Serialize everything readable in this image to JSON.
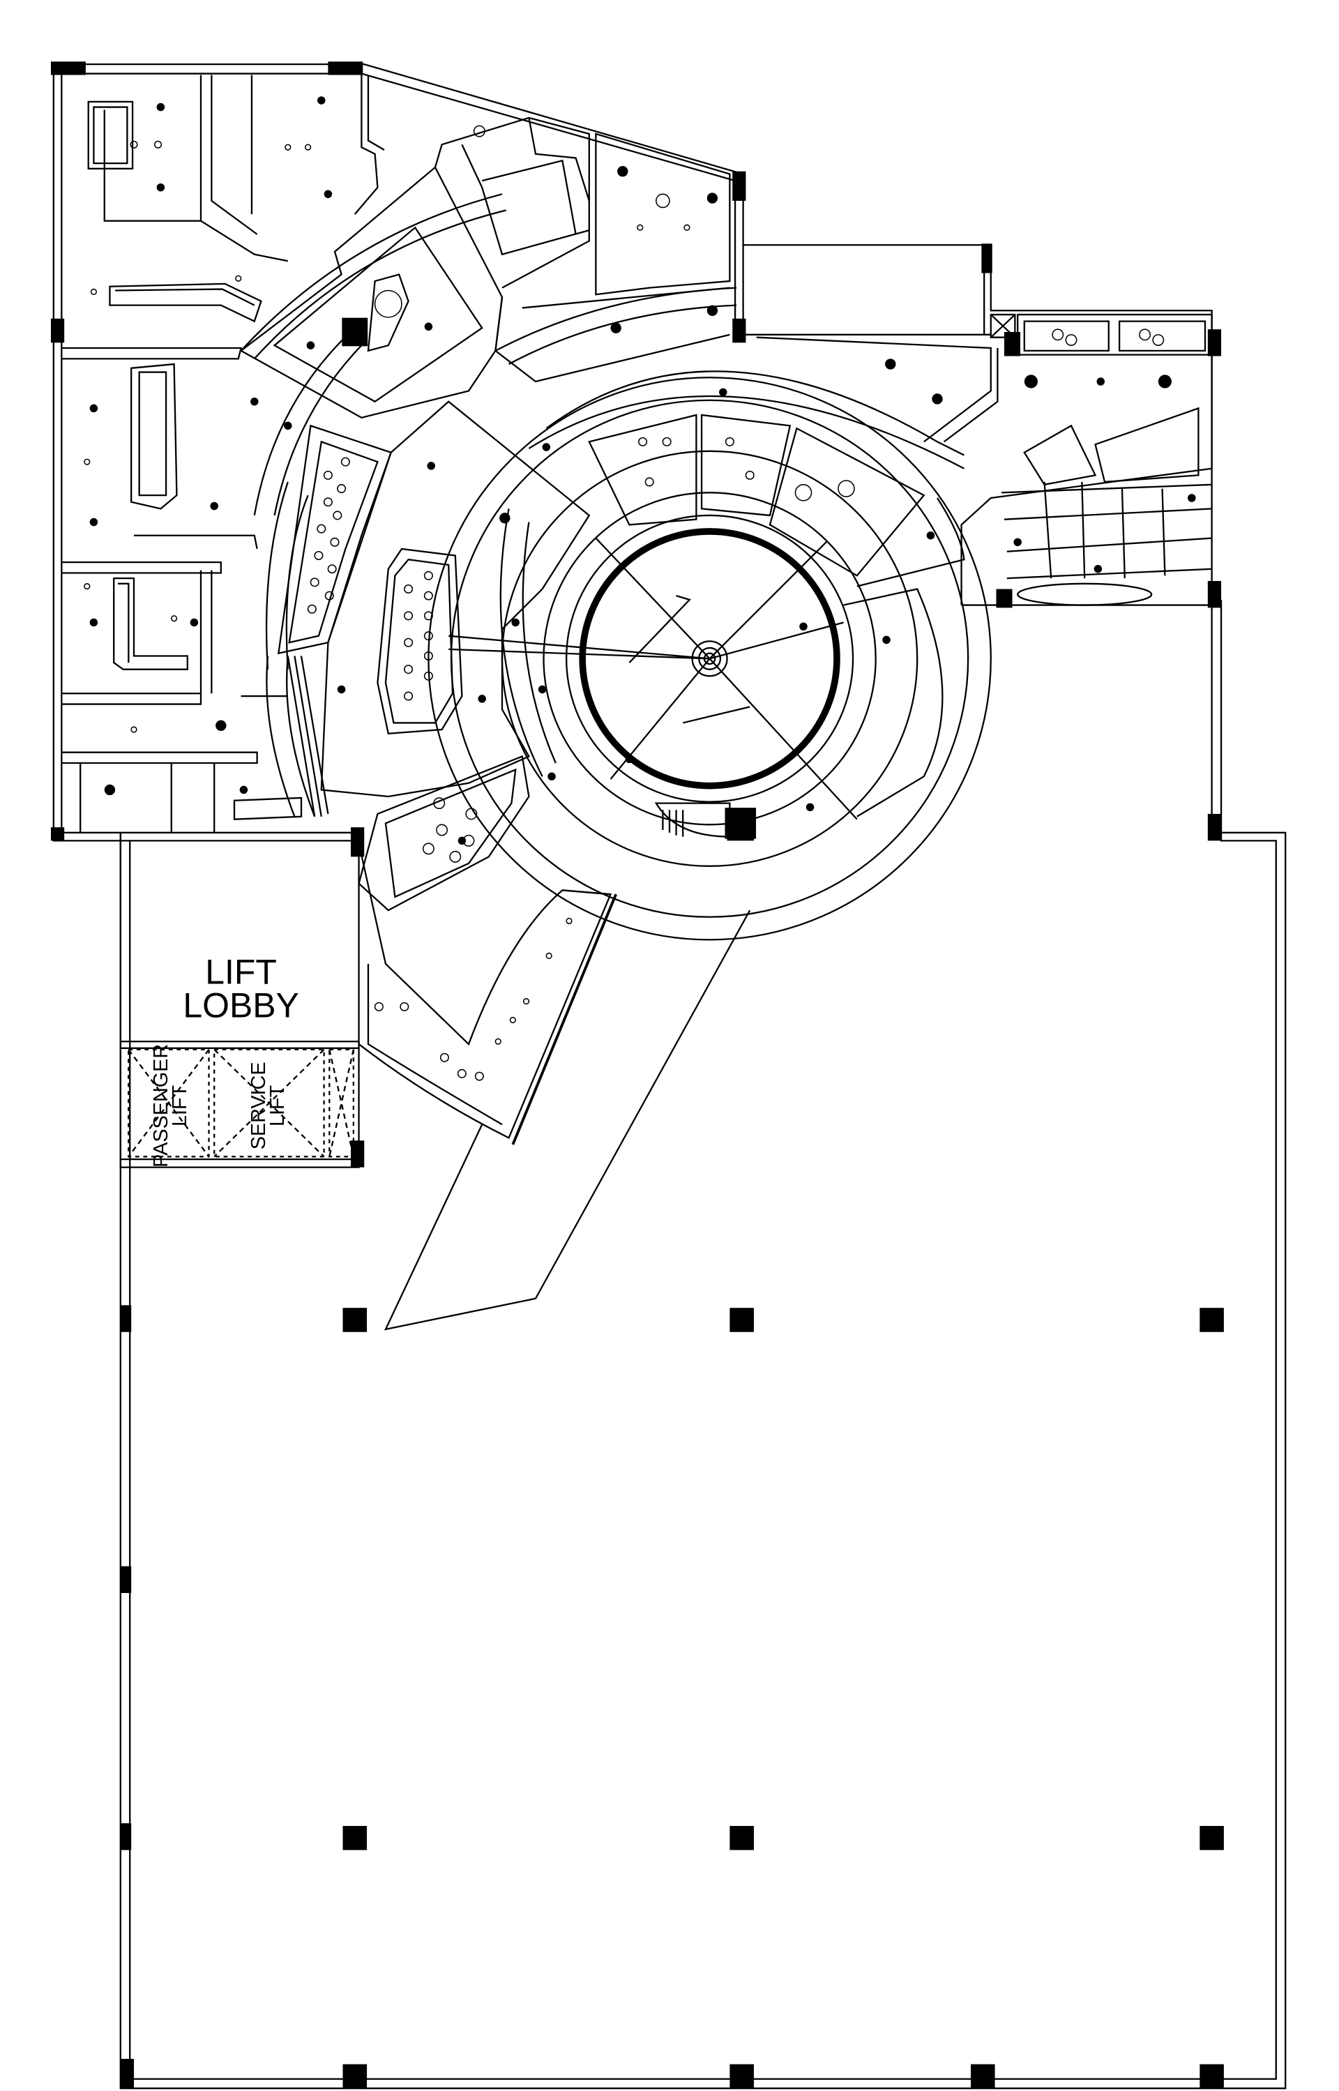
{
  "drawing": {
    "line_color": "#000000",
    "background": "#ffffff"
  },
  "labels": {
    "lift_lobby_line1": "LIFT",
    "lift_lobby_line2": "LOBBY",
    "passenger_lift_line1": "PASSENGER",
    "passenger_lift_line2": "LIFT",
    "service_lift_line1": "SERVICE",
    "service_lift_line2": "LIFT"
  }
}
